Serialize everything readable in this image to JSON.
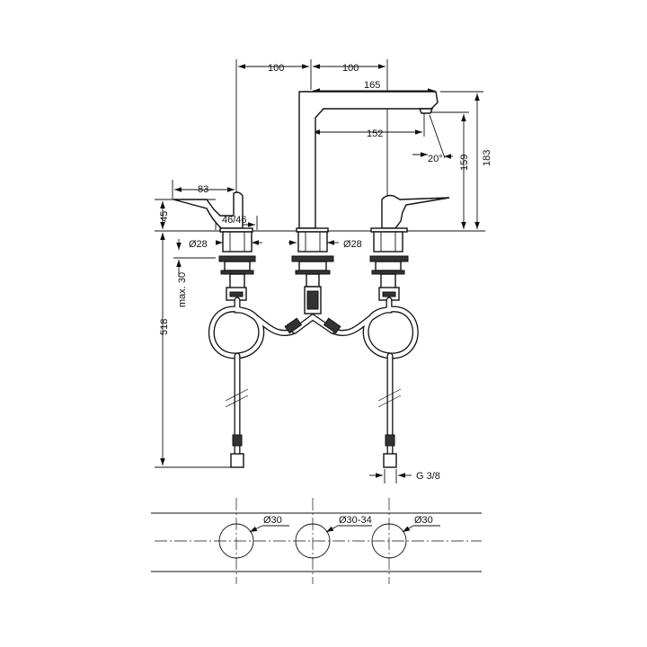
{
  "dimensions": {
    "spacing_left": "100",
    "spacing_right": "100",
    "spout_length": "165",
    "spout_reach": "152",
    "spout_angle": "20°",
    "spout_outlet_height": "159",
    "spout_height": "183",
    "handle_length": "83",
    "handle_height": "45",
    "handle_angle": "46/46",
    "shank_diameter_left": "Ø28",
    "shank_diameter_right": "Ø28",
    "max_thickness": "max. 30",
    "hose_length": "518",
    "connection_thread": "G 3/8",
    "hole_diameter_left": "Ø30",
    "hole_diameter_center": "Ø30-34",
    "hole_diameter_right": "Ø30"
  },
  "colors": {
    "line": "#111111",
    "background": "#ffffff"
  }
}
